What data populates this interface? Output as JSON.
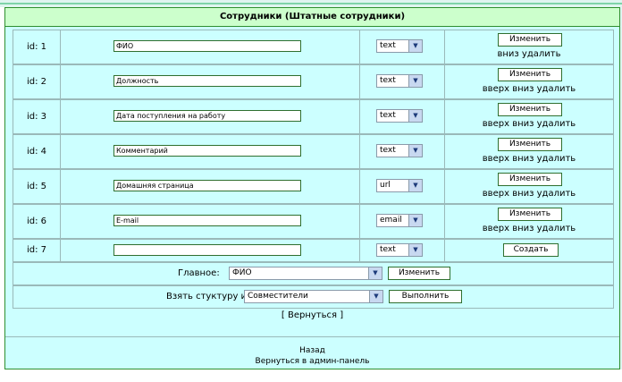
{
  "panel_title": "Сотрудники (Штатные сотрудники)",
  "fields": [
    {
      "id": "id: 1",
      "value": "ФИО",
      "type": "text",
      "button": "Изменить",
      "links": [
        "вниз",
        "удалить"
      ]
    },
    {
      "id": "id: 2",
      "value": "Должность",
      "type": "text",
      "button": "Изменить",
      "links": [
        "вверх",
        "вниз",
        "удалить"
      ]
    },
    {
      "id": "id: 3",
      "value": "Дата поступления на работу",
      "type": "text",
      "button": "Изменить",
      "links": [
        "вверх",
        "вниз",
        "удалить"
      ]
    },
    {
      "id": "id: 4",
      "value": "Комментарий",
      "type": "text",
      "button": "Изменить",
      "links": [
        "вверх",
        "вниз",
        "удалить"
      ]
    },
    {
      "id": "id: 5",
      "value": "Домашняя страница",
      "type": "url",
      "button": "Изменить",
      "links": [
        "вверх",
        "вниз",
        "удалить"
      ]
    },
    {
      "id": "id: 6",
      "value": "E-mail",
      "type": "email",
      "button": "Изменить",
      "links": [
        "вверх",
        "вниз",
        "удалить"
      ]
    }
  ],
  "new_field": {
    "id": "id: 7",
    "value": "",
    "type": "text",
    "button": "Создать"
  },
  "main_field": {
    "label": "Главное:",
    "selected": "ФИО",
    "button": "Изменить"
  },
  "copy_structure": {
    "label": "Взять стуктуру из:",
    "selected": "Совместители",
    "button": "Выполнить"
  },
  "back_link": "[ Вернуться ]",
  "footer": {
    "back": "Назад",
    "admin_panel": "Вернуться в админ-панель"
  },
  "colors": {
    "panel_bg": "#ccffff",
    "header_bg": "#ccffcc",
    "border": "#2f8f2f"
  }
}
